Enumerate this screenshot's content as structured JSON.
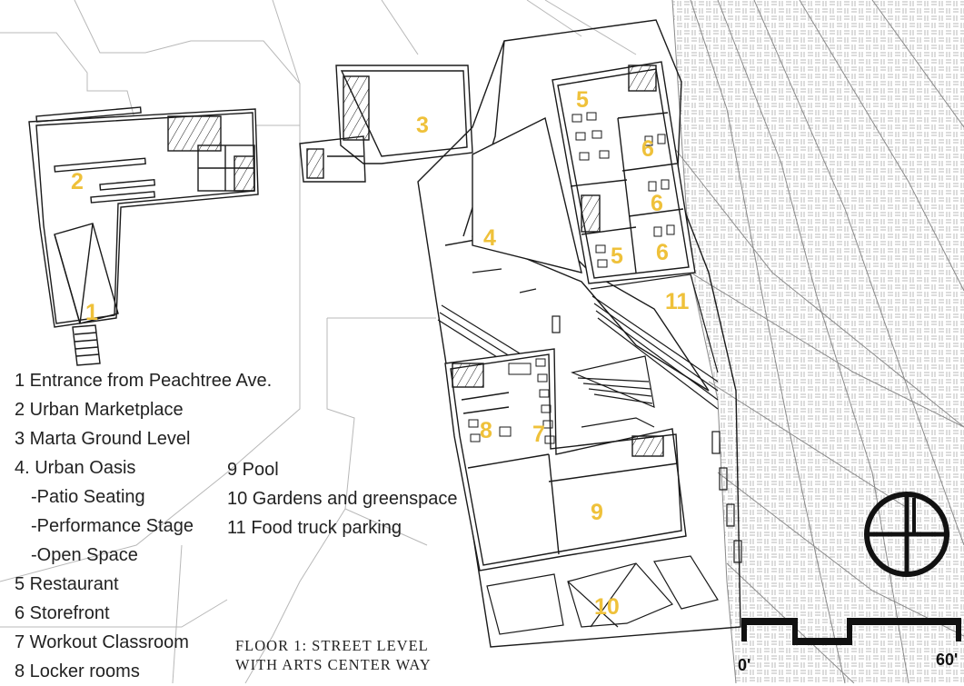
{
  "legend": {
    "col1": [
      {
        "text": "1 Entrance from Peachtree Ave.",
        "sub": false
      },
      {
        "text": "2 Urban Marketplace",
        "sub": false
      },
      {
        "text": "3 Marta Ground Level",
        "sub": false
      },
      {
        "text": "4. Urban Oasis",
        "sub": false
      },
      {
        "text": "-Patio Seating",
        "sub": true
      },
      {
        "text": "-Performance Stage",
        "sub": true
      },
      {
        "text": "-Open Space",
        "sub": true
      },
      {
        "text": "5 Restaurant",
        "sub": false
      },
      {
        "text": "6 Storefront",
        "sub": false
      },
      {
        "text": "7 Workout Classroom",
        "sub": false
      },
      {
        "text": "8 Locker rooms",
        "sub": false
      }
    ],
    "col2": [
      {
        "text": "9 Pool"
      },
      {
        "text": "10 Gardens and greenspace"
      },
      {
        "text": "11 Food truck parking"
      }
    ]
  },
  "plan_labels": [
    "1",
    "2",
    "3",
    "4",
    "5",
    "5",
    "6",
    "6",
    "6",
    "7",
    "8",
    "9",
    "10",
    "11"
  ],
  "title": {
    "line1": "FLOOR 1: STREET LEVEL",
    "line2": "WITH ARTS CENTER WAY"
  },
  "scale": {
    "start": "0'",
    "end": "60'"
  },
  "colors": {
    "label": "#efc13a",
    "line": "#1a1a1a",
    "context_line": "#b8b8b8"
  },
  "icons": [
    "north-arrow-icon"
  ]
}
